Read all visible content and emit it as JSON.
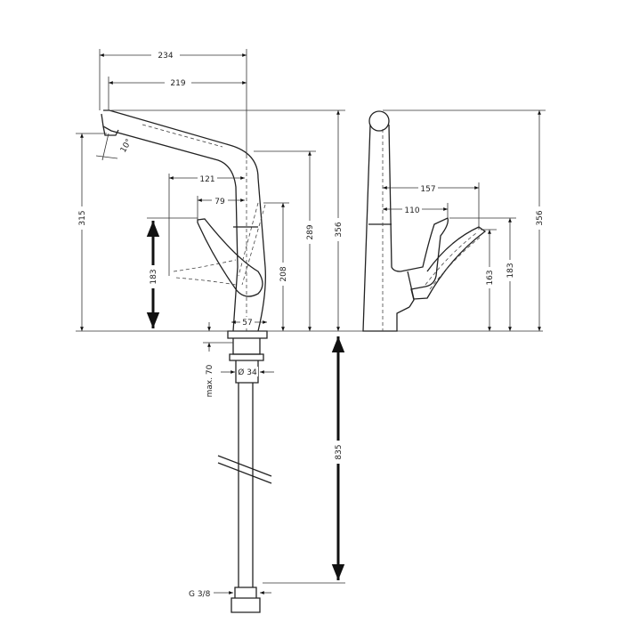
{
  "title": "Faucet dimension drawing",
  "front_view": {
    "width_234": "234",
    "width_219": "219",
    "angle": "10°",
    "handle_121": "121",
    "handle_79": "79",
    "height_315": "315",
    "handle_183": "183",
    "height_208": "208",
    "height_289": "289",
    "height_356": "356",
    "base_57": "57",
    "shank_dia": "Ø 34",
    "max_thickness": "max. 70",
    "hose_835": "835",
    "connection": "G 3/8"
  },
  "side_view": {
    "reach_157": "157",
    "reach_110": "110",
    "height_163": "163",
    "height_183": "183",
    "height_356": "356"
  }
}
